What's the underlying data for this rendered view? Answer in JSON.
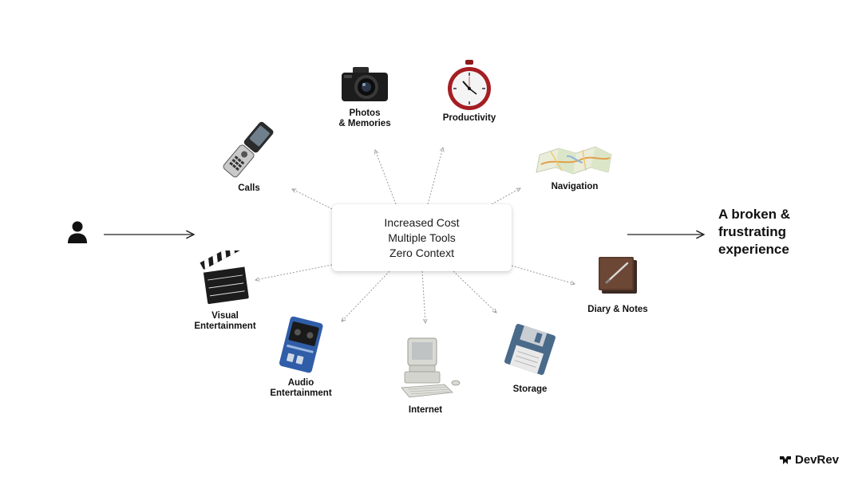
{
  "center": {
    "lines": [
      "Increased Cost",
      "Multiple Tools",
      "Zero Context"
    ]
  },
  "outcome": {
    "lines": [
      "A broken &",
      "frustrating",
      "experience"
    ]
  },
  "brand": {
    "name": "DevRev"
  },
  "nodes": [
    {
      "id": "photos",
      "label": [
        "Photos",
        "& Memories"
      ],
      "icon": "camera-icon"
    },
    {
      "id": "productivity",
      "label": [
        "Productivity"
      ],
      "icon": "stopwatch-icon"
    },
    {
      "id": "calls",
      "label": [
        "Calls"
      ],
      "icon": "flip-phone-icon"
    },
    {
      "id": "navigation",
      "label": [
        "Navigation"
      ],
      "icon": "map-icon"
    },
    {
      "id": "visual",
      "label": [
        "Visual",
        "Entertainment"
      ],
      "icon": "clapperboard-icon"
    },
    {
      "id": "diary",
      "label": [
        "Diary & Notes"
      ],
      "icon": "notebook-icon"
    },
    {
      "id": "audio",
      "label": [
        "Audio",
        "Entertainment"
      ],
      "icon": "cassette-player-icon"
    },
    {
      "id": "internet",
      "label": [
        "Internet"
      ],
      "icon": "desktop-computer-icon"
    },
    {
      "id": "storage",
      "label": [
        "Storage"
      ],
      "icon": "floppy-disk-icon"
    }
  ]
}
